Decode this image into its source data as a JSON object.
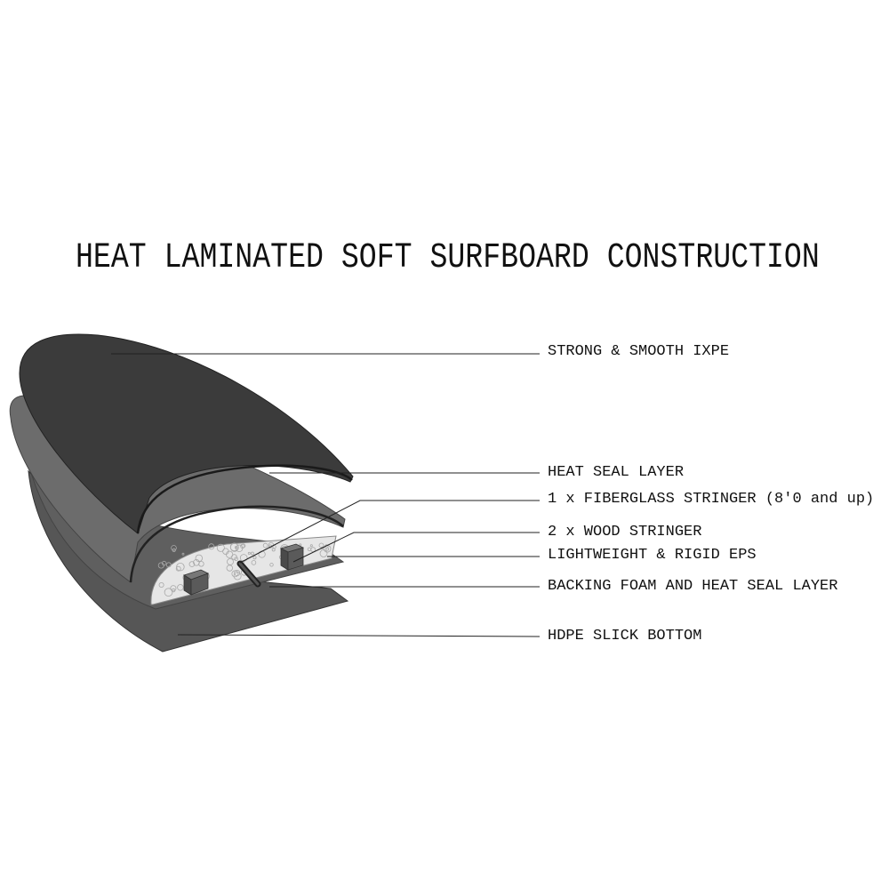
{
  "title": "HEAT LAMINATED SOFT SURFBOARD CONSTRUCTION",
  "layers": [
    {
      "label": "STRONG & SMOOTH IXPE"
    },
    {
      "label": "HEAT SEAL LAYER"
    },
    {
      "label": "1 x FIBERGLASS STRINGER (8'0 and up)"
    },
    {
      "label": "2 x WOOD STRINGER"
    },
    {
      "label": "LIGHTWEIGHT & RIGID EPS"
    },
    {
      "label": "BACKING FOAM AND HEAT SEAL LAYER"
    },
    {
      "label": "HDPE SLICK BOTTOM"
    }
  ],
  "colors": {
    "ixpe": "#3b3b3b",
    "heat_seal": "#6c6c6c",
    "eps": "#e6e6e6",
    "backing": "#5e5e5e",
    "hdpe": "#565656"
  }
}
